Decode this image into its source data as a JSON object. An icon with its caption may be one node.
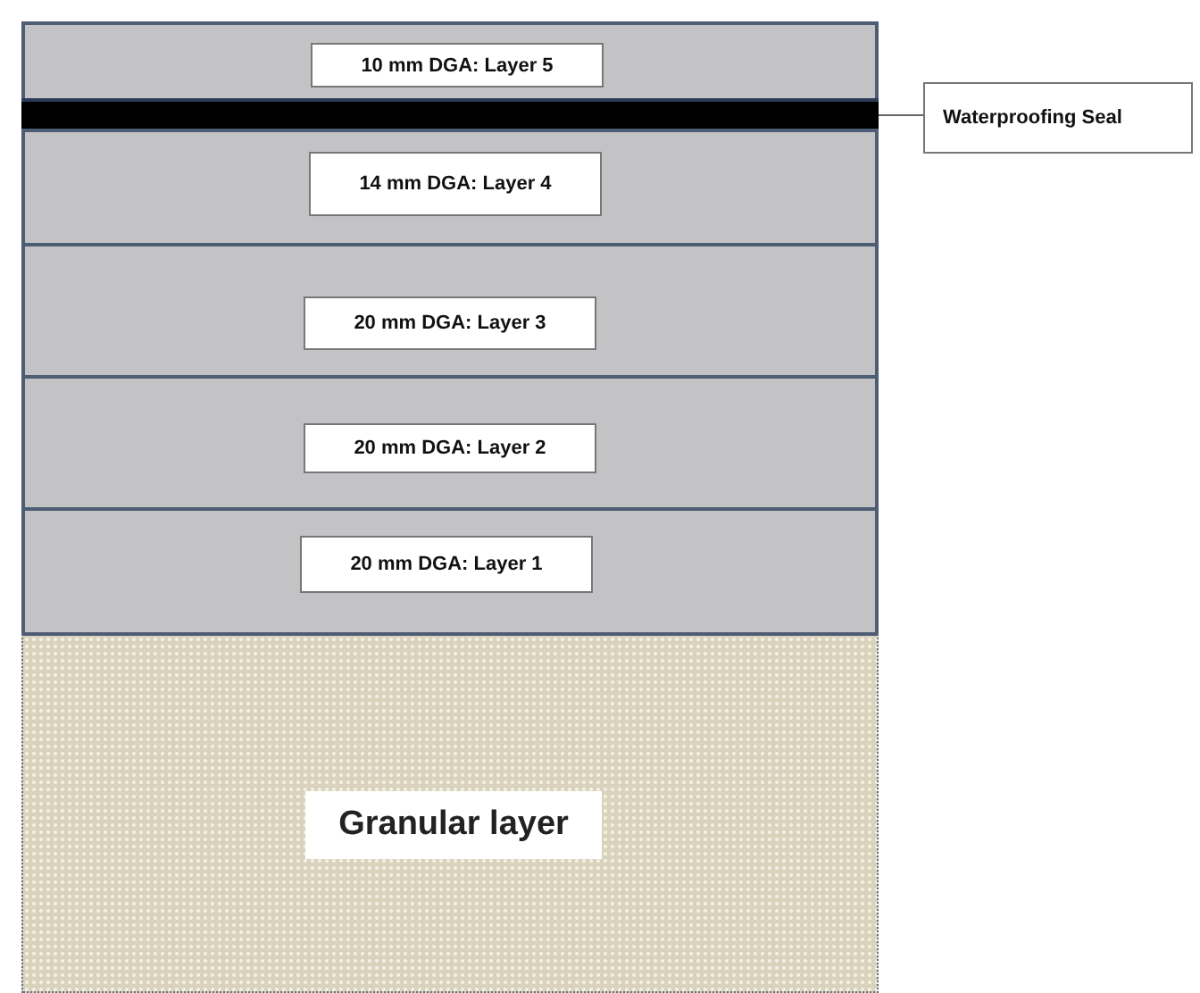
{
  "diagram": {
    "nodes": [
      {
        "text": [
          "10 mm DGA: Layer 5"
        ]
      },
      {
        "text": [],
        "shape": "bar"
      },
      {
        "text": [
          "Waterproofing Seal"
        ]
      },
      {
        "text": [
          "14 mm DGA: Layer 4"
        ]
      },
      {
        "text": [
          "20 mm DGA: Layer 3"
        ]
      },
      {
        "text": [
          "20 mm DGA: Layer 2"
        ]
      },
      {
        "text": [
          "20 mm DGA: Layer 1"
        ]
      },
      {
        "text": [
          "Granular layer"
        ]
      }
    ],
    "edges": [
      {
        "from": 2,
        "to": 1,
        "arrow": "none"
      }
    ]
  }
}
